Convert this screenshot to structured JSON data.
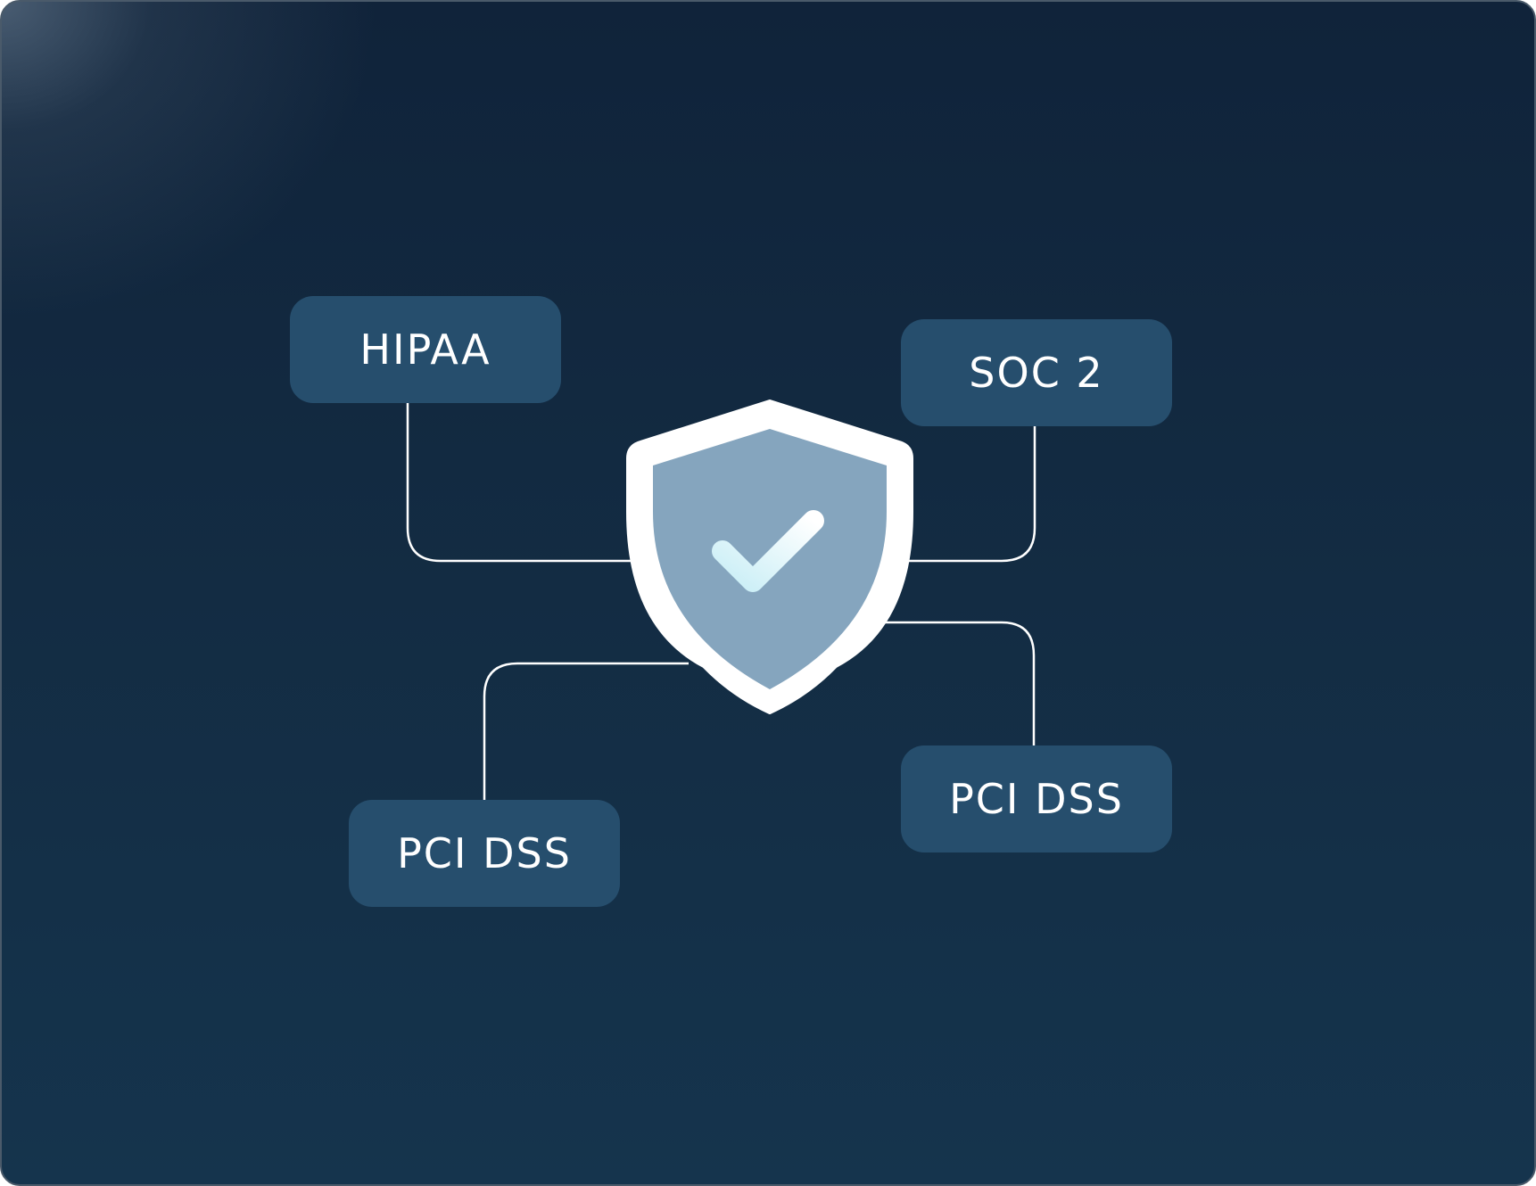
{
  "diagram": {
    "center_icon": "shield-check-icon",
    "badges": {
      "hipaa": "HIPAA",
      "soc2": "SOC 2",
      "pci_left": "PCI DSS",
      "pci_right": "PCI DSS"
    },
    "colors": {
      "background": "#132c43",
      "badge": "#264e6d",
      "shield_fill": "#85a5be",
      "shield_border": "#ffffff",
      "check": "#d6f1f7",
      "text": "#ffffff"
    }
  }
}
